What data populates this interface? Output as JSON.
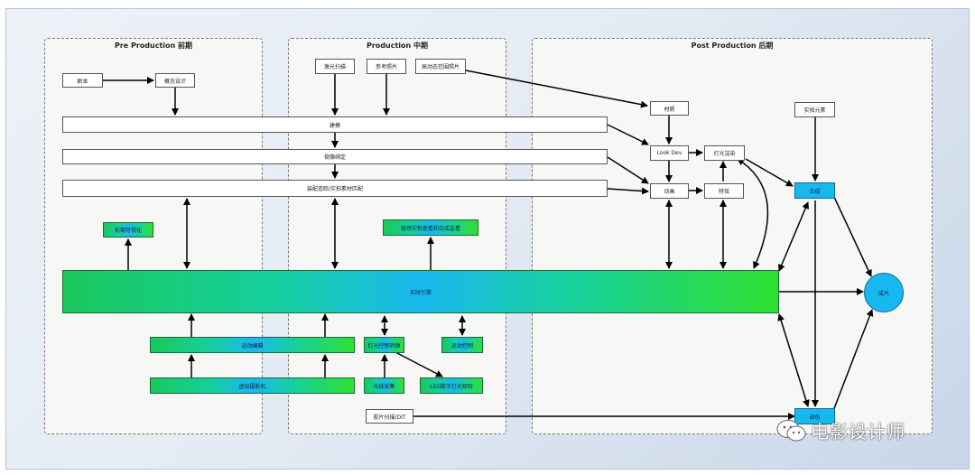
{
  "panels": {
    "pre": "Pre Production 前期",
    "production": "Production 中期",
    "post": "Post Production 后期"
  },
  "nodes": {
    "script": "剧本",
    "concept": "概念设计",
    "laser": "激光扫描",
    "reference": "参考照片",
    "hdr": "高动态范围照片",
    "modeling": "建模",
    "rigging": "骨骼绑定",
    "assembly": "装配追踪/实拍素材匹配",
    "previs": "前期可视化",
    "onset": "现场实拍查看和合成监看",
    "realtime": "实时引擎",
    "motion_edit": "运动编辑",
    "light_convert": "灯光控制转换",
    "motion_ctrl": "运动控制",
    "virtual_cam": "虚拟摄影机",
    "color_capture": "光线采集",
    "led": "LED数字灯光矩阵",
    "film_scan": "胶片扫描/DIT",
    "material": "材质",
    "lookdev": "Look Dev",
    "light_render": "灯光渲染",
    "animation": "动画",
    "vfx": "特效",
    "plate": "实拍元素",
    "composite": "合成",
    "grading": "调色",
    "final": "成片"
  },
  "watermark": "电影设计师",
  "watermark_icon": "wechat-icon"
}
